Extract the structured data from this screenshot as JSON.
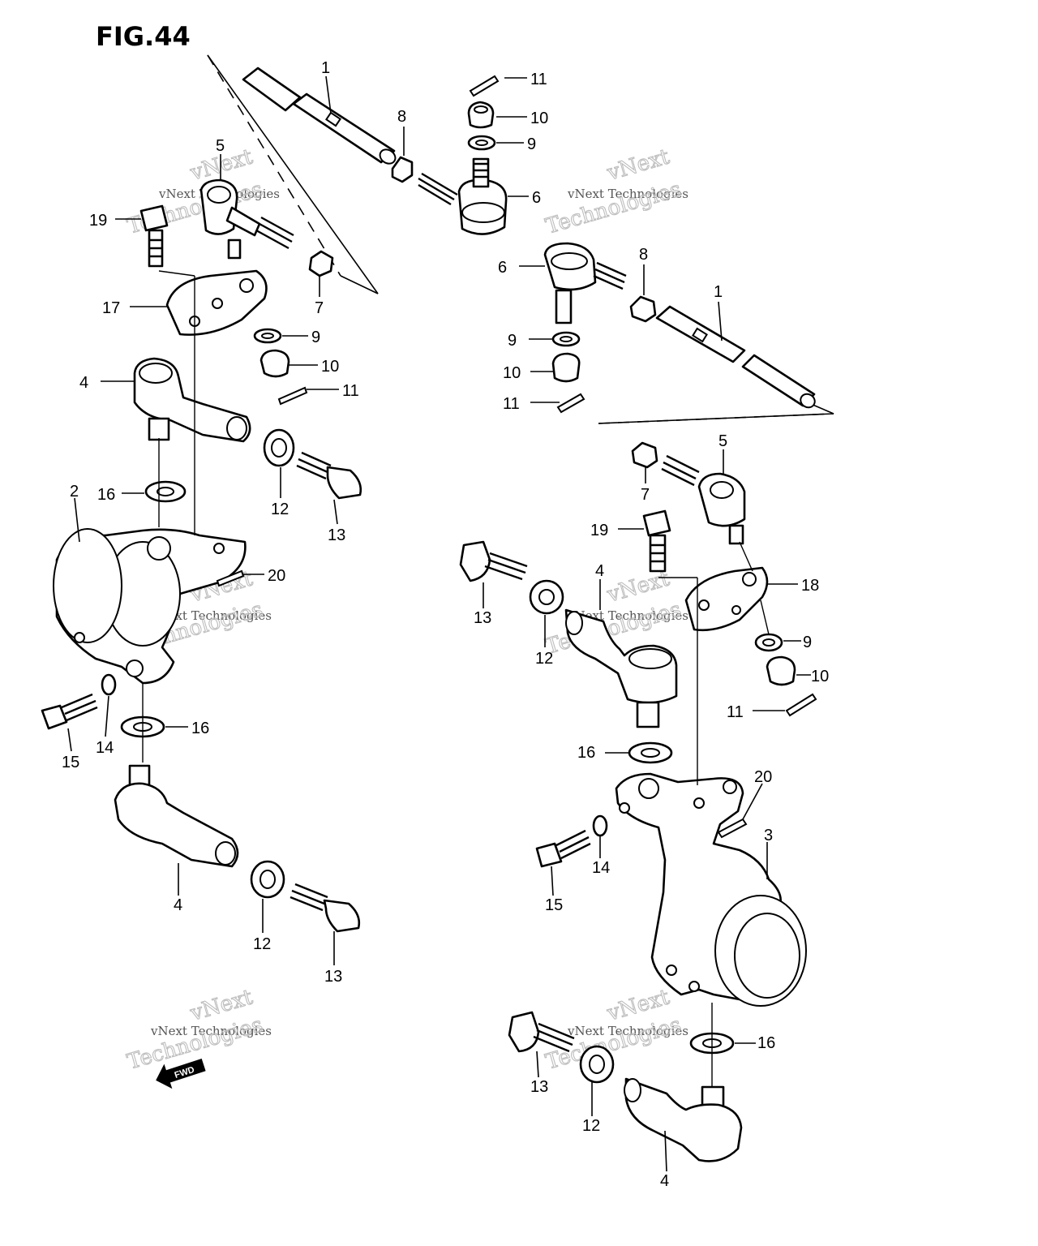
{
  "figure": {
    "title": "FIG.44"
  },
  "watermark": {
    "brand": "vNext",
    "line1": "vNext Technologies",
    "line2": "Technologies"
  },
  "fwd_label": "FWD",
  "callouts": {
    "p1a": "1",
    "p1b": "1",
    "p2": "2",
    "p3": "3",
    "p4a": "4",
    "p4b": "4",
    "p4c": "4",
    "p4d": "4",
    "p5a": "5",
    "p5b": "5",
    "p6a": "6",
    "p6b": "6",
    "p7a": "7",
    "p7b": "7",
    "p8a": "8",
    "p8b": "8",
    "p9a": "9",
    "p9b": "9",
    "p9c": "9",
    "p9d": "9",
    "p10a": "10",
    "p10b": "10",
    "p10c": "10",
    "p10d": "10",
    "p11a": "11",
    "p11b": "11",
    "p11c": "11",
    "p11d": "11",
    "p12a": "12",
    "p12b": "12",
    "p12c": "12",
    "p12d": "12",
    "p13a": "13",
    "p13b": "13",
    "p13c": "13",
    "p13d": "13",
    "p14a": "14",
    "p14b": "14",
    "p15a": "15",
    "p15b": "15",
    "p16a": "16",
    "p16b": "16",
    "p16c": "16",
    "p16d": "16",
    "p17": "17",
    "p18": "18",
    "p19a": "19",
    "p19b": "19",
    "p20a": "20",
    "p20b": "20"
  }
}
